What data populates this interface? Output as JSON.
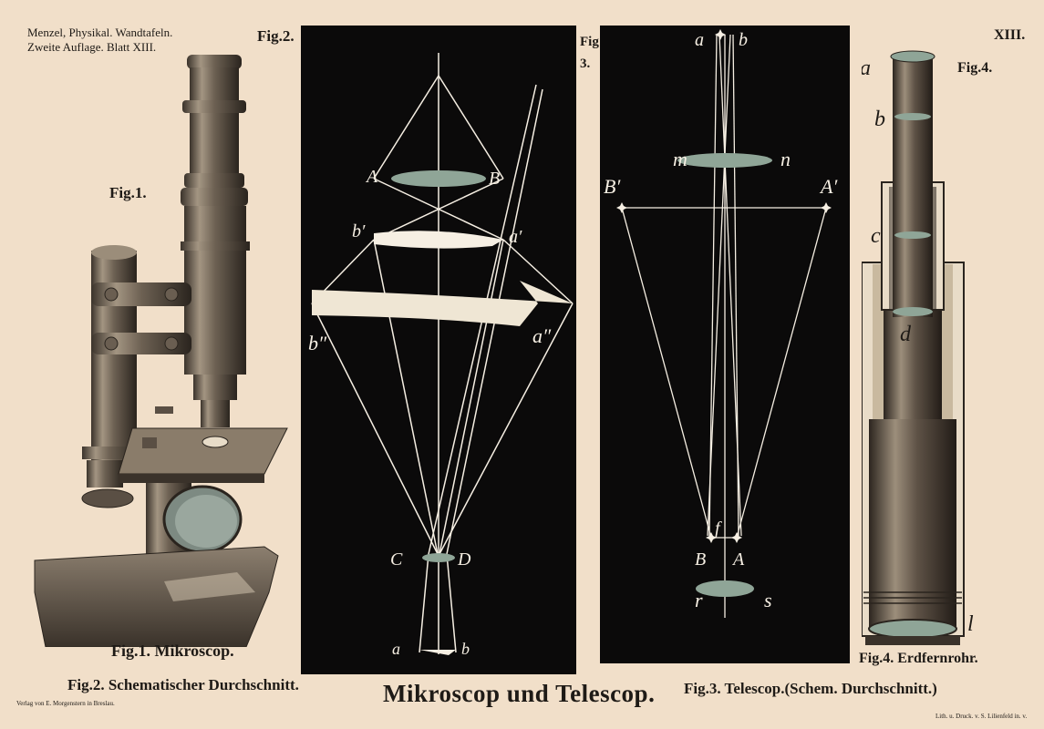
{
  "header": {
    "line1": "Menzel, Physikal. Wandtafeln.",
    "line2": "Zweite Auflage. Blatt XIII.",
    "plate_number": "XIII."
  },
  "figures": {
    "fig1_tag": "Fig.1.",
    "fig2_tag": "Fig.2.",
    "fig3_tag_a": "Fig",
    "fig3_tag_b": "3.",
    "fig4_tag": "Fig.4."
  },
  "captions": {
    "fig1": "Fig.1. Mikroscop.",
    "fig2": "Fig.2. Schematischer Durchschnitt.",
    "main_title": "Mikroscop und Telescop.",
    "fig3": "Fig.3. Telescop.(Schem. Durchschnitt.)",
    "fig4": "Fig.4. Erdfernrohr.",
    "publisher_left": "Verlag von E. Morgenstern in Breslau.",
    "printer_right": "Lith. u. Druck. v. S. Lilienfeld in. v."
  },
  "fig2_labels": {
    "A": "A",
    "B": "B",
    "b1": "b′",
    "a1": "a′",
    "b2": "b″",
    "a2": "a″",
    "C": "C",
    "D": "D",
    "a": "a",
    "b": "b"
  },
  "fig3_labels": {
    "a": "a",
    "b": "b",
    "m": "m",
    "n": "n",
    "B1": "B′",
    "A1": "A′",
    "f": "f",
    "B": "B",
    "A": "A",
    "r": "r",
    "s": "s"
  },
  "fig4_labels": {
    "a": "a",
    "b": "b",
    "c": "c",
    "d": "d",
    "l": "l"
  },
  "colors": {
    "paper": "#f1dfc9",
    "panel": "#0b0a0a",
    "ray": "#f6efe3",
    "lens": "#8fa597",
    "ink": "#1e1a16"
  }
}
